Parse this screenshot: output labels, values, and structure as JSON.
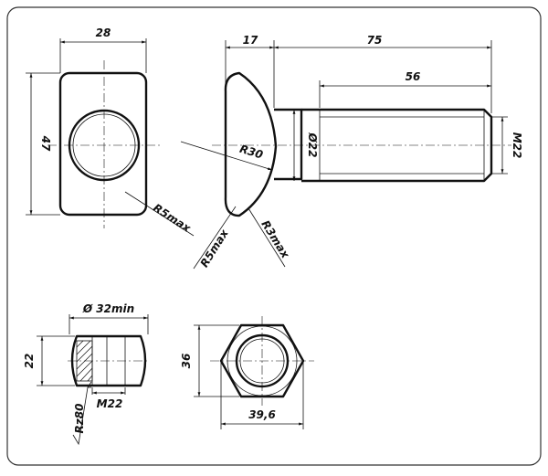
{
  "drawing": {
    "washer": {
      "width": "28",
      "height": "47",
      "corner_radius": "R5max"
    },
    "bolt": {
      "head_length": "17",
      "shank_length": "75",
      "thread_length": "56",
      "shank_diameter": "Ø22",
      "thread_size": "M22",
      "head_radius": "R30",
      "neck_radius": "R3max",
      "edge_radius": "R5max"
    },
    "nut_side": {
      "chamfer_diameter": "Ø 32min",
      "height": "22",
      "thread_size": "M22",
      "roughness": "Rz80"
    },
    "nut_top": {
      "height": "36",
      "across_corners": "39,6"
    }
  }
}
